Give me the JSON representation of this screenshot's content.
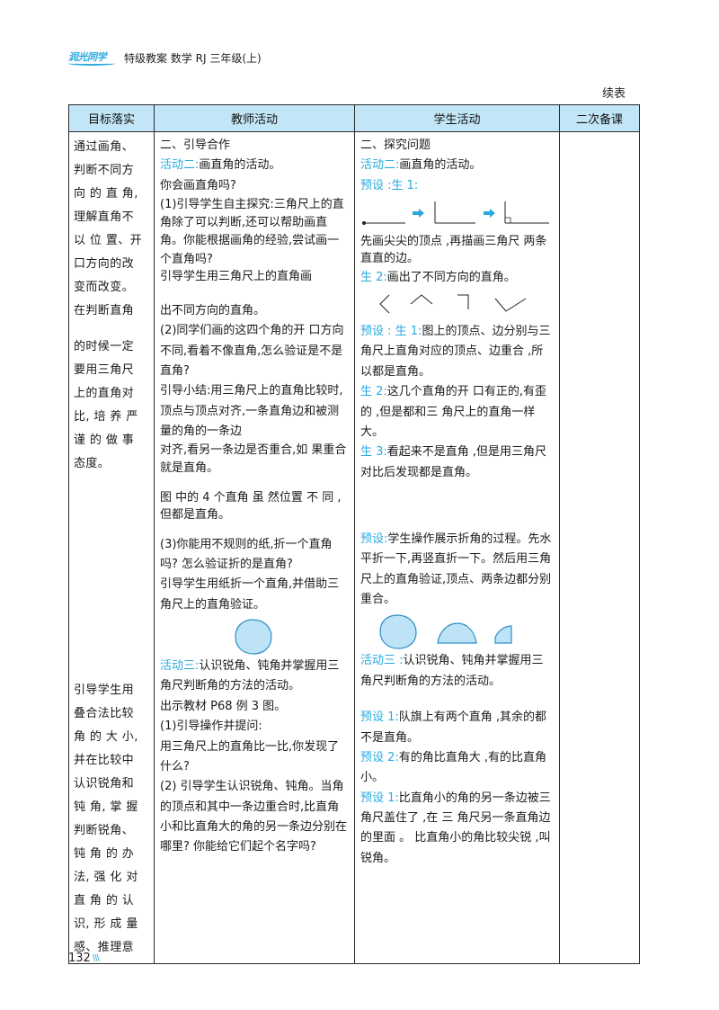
{
  "header": {
    "logo_text": "润光同学",
    "title": "特级教案  数学  RJ 三年级(上)"
  },
  "continued_label": "续表",
  "table": {
    "headers": [
      "目标落实",
      "教师活动",
      "学生活动",
      "二次备课"
    ],
    "goal_1": [
      "通过画角、",
      "判断不同方",
      "向 的 直 角,",
      "理解直角不",
      "以 位 置、开",
      "口方向的改",
      "变而改变。",
      "在判断直角",
      "的时候一定",
      "要用三角尺",
      "上的直角对",
      "比, 培 养 严",
      "谨 的 做 事",
      "态度。"
    ],
    "goal_2": [
      "引导学生用",
      "叠合法比较",
      "角 的 大 小,",
      "并在比较中",
      "认识锐角和",
      "钝 角, 掌 握",
      "判断锐角、",
      "钝 角 的 办",
      "法, 强 化 对",
      "直 角 的 认",
      "识, 形 成 量",
      "感、推理意"
    ],
    "teacher": {
      "section_title": "二、引导合作",
      "activity2_label": "活动二:",
      "activity2_text": "画直角的活动。",
      "q1": "你会画直角吗?",
      "step1": "(1)引导学生自主探究:三角尺上的直角除了可以判断,还可以帮助画直角。你能根据画角的经验,尝试画一个直角吗?",
      "step1b": "引导学生用三角尺上的直角画",
      "step1c": "出不同方向的直角。",
      "step2": "(2)同学们画的这四个角的开 口方向不同,看着不像直角,怎么验证是不是直角?",
      "summary": "引导小结:用三角尺上的直角比较时,顶点与顶点对齐,一条直角边和被测量的角的一条边",
      "summary_b": "对齐,看另一条边是否重合,如 果重合就是直角。",
      "note": "图 中的 4 个直角 虽 然位置 不 同 ,但都是直角。",
      "step3": "(3)你能用不规则的纸,折一个直角吗? 怎么验证折的是直角?",
      "step3b": "引导学生用纸折一个直角,并借助三角尺上的直角验证。",
      "activity3_label": "活动三:",
      "activity3_text": "认识锐角、钝角并掌握用三角尺判断角的方法的活动。",
      "show": "出示教材 P68 例 3 图。",
      "op1": "(1)引导操作并提问:",
      "op1b": "用三角尺上的直角比一比,你发现了什么?",
      "op2": "(2) 引导学生认识锐角、钝角。当角的顶点和其中一条边重合时,比直角小和比直角大的角的另一条边分别在哪里? 你能给它们起个名字吗?"
    },
    "student": {
      "section_title": "二、探究问题",
      "activity2_label": "活动二:",
      "activity2_text": "画直角的活动。",
      "preset_label": "预设 :生 1:",
      "s1_text": "先画尖尖的顶点 ,再描画三角尺 两条直直的边。",
      "s2_label": "生 2:",
      "s2_text": "画出了不同方向的直角。",
      "preset2_label": "预设 : 生 1:",
      "preset2_text": "图上的顶点、边分别与三角尺上直角对应的顶点、边重合 ,所以都是直角。",
      "s2b_label": "生 2:",
      "s2b_text": "这几个直角的开 口有正的,有歪的 ,但是都和三 角尺上的直角一样大。",
      "s3_label": "生 3:",
      "s3_text": "看起来不是直角 ,但是用三角尺对比后发现都是直角。",
      "fold_label": "预设:",
      "fold_text": "学生操作展示折角的过程。先水平折一下,再竖直折一下。然后用三角尺上的直角验证,顶点、两条边都分别重合。",
      "activity3_label": "活动三 :",
      "activity3_text": "认识锐角、钝角并掌握用三 角尺判断角的方法的活动。",
      "p1_label": "预设 1:",
      "p1_text": "队旗上有两个直角 ,其余的都不是直角。",
      "p2_label": "预设 2:",
      "p2_text": "有的角比直角大 ,有的比直角小。",
      "p3_label": "预设 1:",
      "p3_text": "比直角小的角的另一条边被三角尺盖住了 ,在 三 角尺另一条直角边的里面 。 比直角小的角比较尖锐 ,叫锐角。"
    }
  },
  "page_number": "132",
  "colors": {
    "accent": "#29a9e0",
    "header_bg": "#c2e6f7",
    "shape_fill": "#bfe3f6",
    "shape_stroke": "#2e8fc7"
  }
}
